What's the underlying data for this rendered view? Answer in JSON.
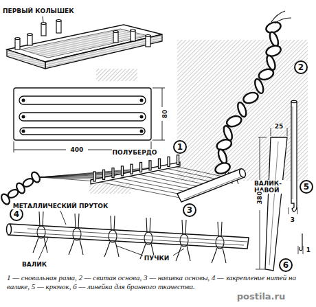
{
  "diagram": {
    "caption": "1 — сновальная рама, 2 — свитая основа, 3 — навивка основы, 4 — закрепление нитей на валике, 5 — крючок, 6 — линейка для бранного ткачества.",
    "nodes": [
      {
        "text": [
          "2"
        ]
      },
      {
        "text": [
          "1"
        ]
      },
      {
        "text": [
          "5"
        ]
      },
      {
        "text": [
          "3"
        ]
      },
      {
        "text": [
          "4"
        ]
      },
      {
        "text": [
          "6"
        ]
      }
    ],
    "labels": [
      "ПЕРВЫЙ КОЛЫШЕК",
      "400",
      "80",
      "ПОЛУБЕРДО",
      "МЕТАЛЛИЧЕСКИЙ ПРУТОК",
      "ВАЛИК-НАВОЙ",
      "25",
      "380",
      "3",
      "1",
      "ВАЛИК",
      "ПУЧКИ",
      "postila.ru"
    ]
  }
}
